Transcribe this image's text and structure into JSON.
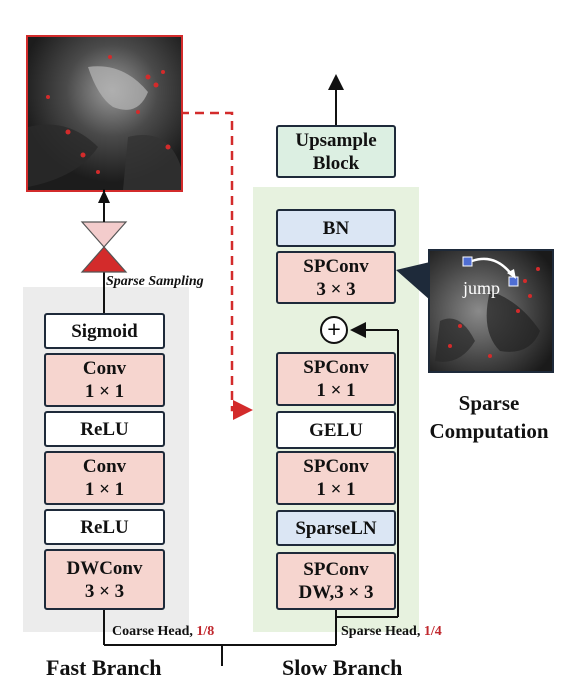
{
  "fast_branch": {
    "title": "Fast Branch",
    "head_label": "Coarse Head,",
    "head_fraction": "1/8",
    "blocks": [
      {
        "line1": "Sigmoid",
        "line2": ""
      },
      {
        "line1": "Conv",
        "line2": "1 × 1"
      },
      {
        "line1": "ReLU",
        "line2": ""
      },
      {
        "line1": "Conv",
        "line2": "1 × 1"
      },
      {
        "line1": "ReLU",
        "line2": ""
      },
      {
        "line1": "DWConv",
        "line2": "3 × 3"
      }
    ]
  },
  "slow_branch": {
    "title": "Slow Branch",
    "head_label": "Sparse Head,",
    "head_fraction": "1/4",
    "upsample": {
      "line1": "Upsample",
      "line2": "Block"
    },
    "blocks": [
      {
        "line1": "BN",
        "line2": ""
      },
      {
        "line1": "SPConv",
        "line2": "3 × 3"
      },
      {
        "line1": "SPConv",
        "line2": "1 × 1"
      },
      {
        "line1": "GELU",
        "line2": ""
      },
      {
        "line1": "SPConv",
        "line2": "1 × 1"
      },
      {
        "line1": "SparseLN",
        "line2": ""
      },
      {
        "line1": "SPConv",
        "line2": "DW,3 × 3"
      }
    ],
    "add_symbol": "+"
  },
  "sparse_sampling": {
    "label": "Sparse Sampling"
  },
  "sparse_computation": {
    "line1": "Sparse",
    "line2": "Computation",
    "jump_label": "jump"
  },
  "colors": {
    "accent_red": "#d32b2b",
    "pink_block": "#f6d5cf",
    "blue_block": "#dbe6f4",
    "green_block": "#dcefe2",
    "fast_panel": "#ececec",
    "slow_panel": "#e7f2df"
  }
}
